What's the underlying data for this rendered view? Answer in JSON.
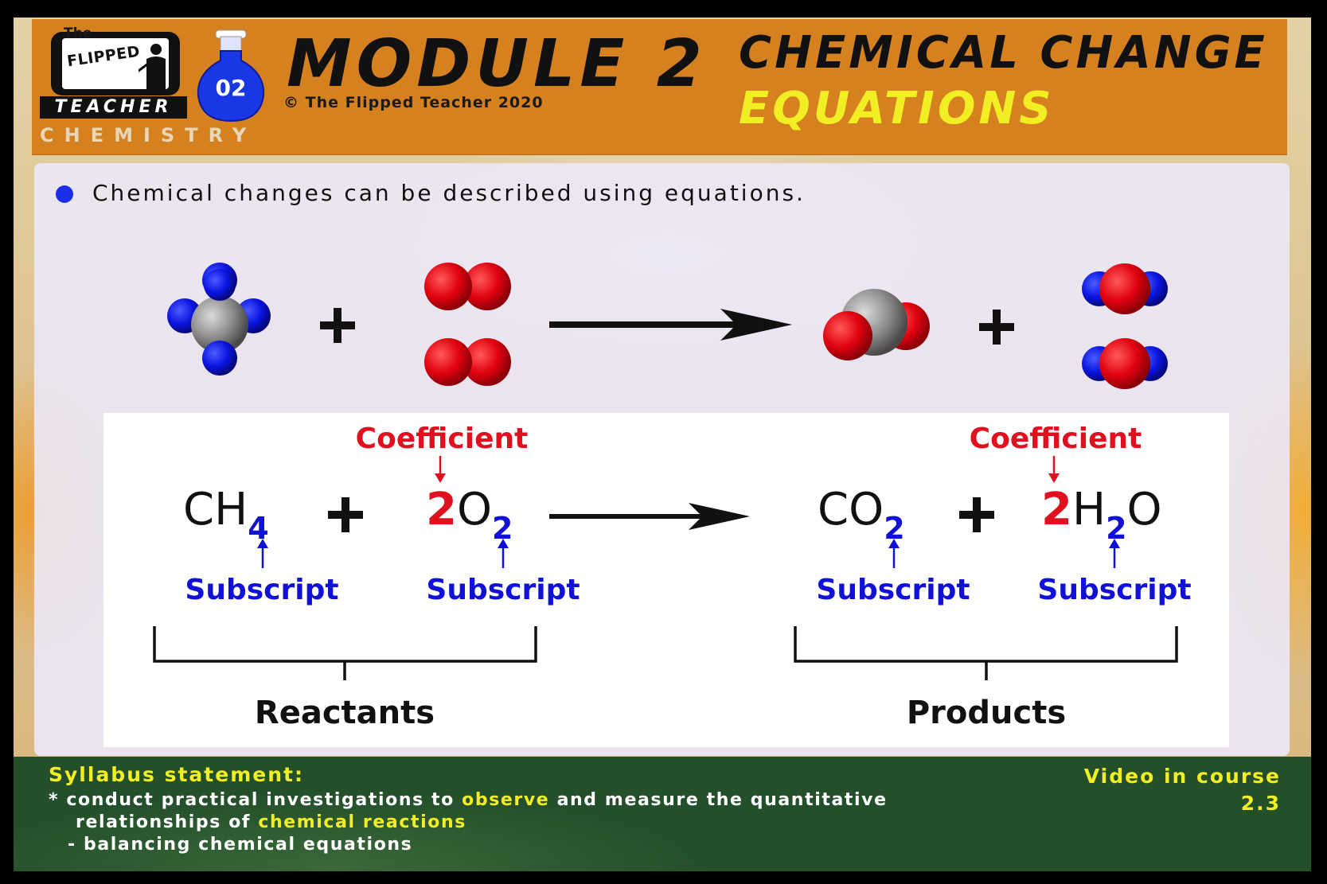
{
  "header": {
    "logo_the": "The",
    "logo_flipped": "FLIPPED",
    "logo_teacher": "TEACHER",
    "logo_subject": "CHEMISTRY",
    "module_badge": "02",
    "module_title": "MODULE 2",
    "copyright": "© The Flipped Teacher 2020",
    "topic": "CHEMICAL CHANGE",
    "subtopic": "EQUATIONS"
  },
  "content": {
    "intro": "Chemical changes can be described using equations."
  },
  "equation": {
    "reactant1": {
      "base": "CH",
      "sub": "4"
    },
    "plus1": "+",
    "reactant2": {
      "coef": "2",
      "base": "O",
      "sub": "2"
    },
    "product1": {
      "base": "CO",
      "sub": "2"
    },
    "plus2": "+",
    "product2": {
      "coef": "2",
      "base1": "H",
      "sub": "2",
      "base2": "O"
    },
    "coefficient_label": "Coefficient",
    "subscript_label": "Subscript",
    "reactants_label": "Reactants",
    "products_label": "Products"
  },
  "footer": {
    "syllabus_label": "Syllabus statement",
    "colon": ":",
    "line1_a": "* conduct practical investigations to ",
    "line1_hl": "observe",
    "line1_b": " and measure the quantitative",
    "line2_a": "relationships of ",
    "line2_hl": "chemical reactions",
    "line3": "- balancing chemical equations",
    "video_label": "Video in course",
    "video_num": "2.3"
  },
  "colors": {
    "header": "#d6811f",
    "accent_yellow": "#f2ee24",
    "footer_green": "#244f2b",
    "red": "#e0101e",
    "blue": "#1010d6"
  }
}
